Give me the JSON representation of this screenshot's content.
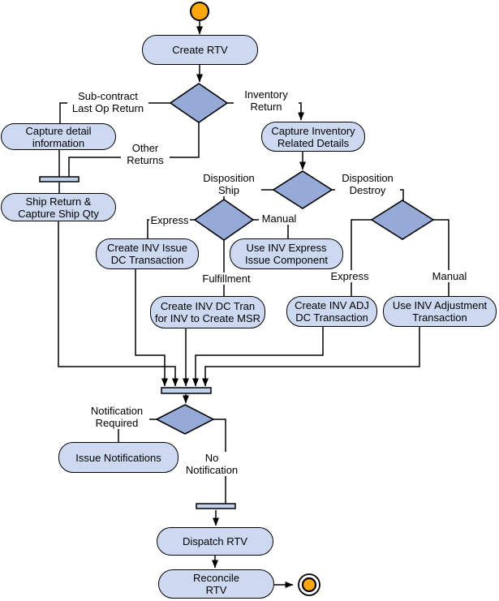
{
  "colors": {
    "activity_fill": "#ccd9f0",
    "decision_fill": "#95aad6",
    "bar_fill": "#c2d1eb",
    "terminal_fill": "#ffa70f",
    "line": "#000000"
  },
  "nodes": {
    "create_rtv": "Create RTV",
    "capture_detail": "Capture detail\ninformation",
    "ship_return": "Ship Return &\nCapture Ship Qty",
    "capture_inventory": "Capture Inventory\nRelated Details",
    "create_inv_issue": "Create INV Issue\nDC Transaction",
    "use_inv_express": "Use INV Express\nIssue Component",
    "create_inv_dc_msr": "Create INV DC Tran\nfor INV to Create MSR",
    "create_inv_adj": "Create INV ADJ\nDC Transaction",
    "use_inv_adjustment": "Use INV Adjustment\nTransaction",
    "issue_notifications": "Issue Notifications",
    "dispatch_rtv": "Dispatch RTV",
    "reconcile_rtv": "Reconcile\nRTV"
  },
  "edge_labels": {
    "sub_contract": "Sub-contract\nLast Op Return",
    "inventory_return": "Inventory\nReturn",
    "other_returns": "Other\nReturns",
    "disposition_ship": "Disposition\nShip",
    "disposition_destroy": "Disposition\nDestroy",
    "express_ship": "Express",
    "manual_ship": "Manual",
    "fulfillment": "Fulfillment",
    "express_destroy": "Express",
    "manual_destroy": "Manual",
    "notification_required": "Notification\nRequired",
    "no_notification": "No\nNotification"
  }
}
